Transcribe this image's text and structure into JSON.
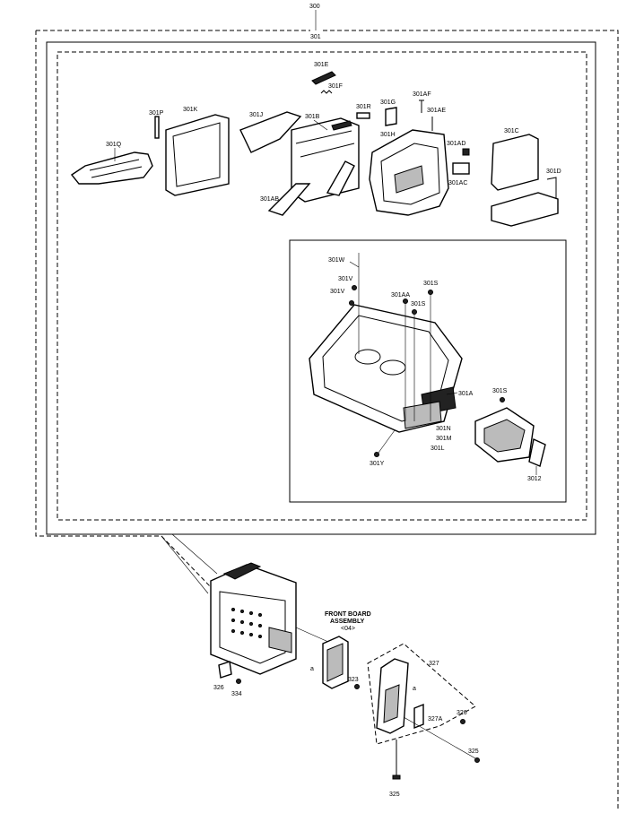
{
  "labels": {
    "assembly_300": "300",
    "assembly_301": "301",
    "p301A": "301A",
    "p301B": "301B",
    "p301C": "301C",
    "p301D": "301D",
    "p301E": "301E",
    "p301F": "301F",
    "p301G": "301G",
    "p301H": "301H",
    "p301J": "301J",
    "p301K": "301K",
    "p301L": "301L",
    "p301M": "301M",
    "p301N": "301N",
    "p301P": "301P",
    "p301Q": "301Q",
    "p301R": "301R",
    "p301S_1": "301S",
    "p301S_2": "301S",
    "p301S_3": "301S",
    "p301V_1": "301V",
    "p301V_2": "301V",
    "p301W": "301W",
    "p301Y": "301Y",
    "p301AA": "301AA",
    "p301AB": "301AB",
    "p301AC": "301AC",
    "p301AD": "301AD",
    "p301AE": "301AE",
    "p301AF": "301AF",
    "p3012": "3012",
    "front_board_line1": "FRONT BOARD",
    "front_board_line2": "ASSEMBLY",
    "front_board_line3": "<04>",
    "p323": "323",
    "p325_a": "325",
    "p325_b": "325",
    "p326_a": "326",
    "p326_b": "326",
    "p327": "327",
    "p327A": "327A",
    "p334": "334",
    "marker_a_1": "a",
    "marker_a_2": "a"
  }
}
